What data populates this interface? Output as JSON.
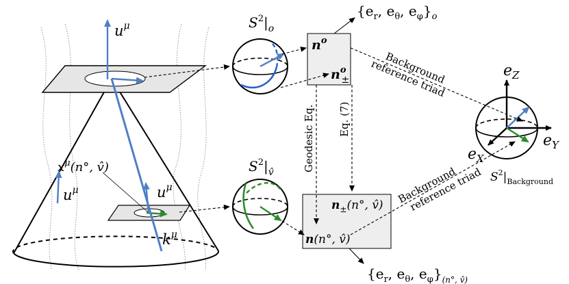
{
  "colors": {
    "blue": "#4f7fc4",
    "green": "#2e8b2e",
    "ink": "#000000",
    "box_fill": "#eeeeee",
    "plane_fill": "#e6e6e6"
  },
  "labels": {
    "u_mu_top": "u",
    "u_mu_mid": "u",
    "u_mu_left": "u",
    "mu": "μ",
    "k_mu": "k",
    "x_mu_expr": "x",
    "x_mu_args": "(n°, v̂)",
    "sphere_obs_S": "S",
    "sphere_obs_sub": "o",
    "sphere_src_S": "S",
    "sphere_src_sub": "v̂",
    "sphere_bg_S": "S",
    "sphere_bg_sub": "Background",
    "box_obs_n": "n",
    "box_obs_sup": "o",
    "box_obs_npm": "n",
    "box_obs_npm_sup": "o",
    "box_obs_npm_sub": "±",
    "box_src_npm": "n",
    "box_src_npm_sub": "±",
    "box_src_npm_args": "(n°, v̂)",
    "box_src_n": "n",
    "box_src_n_args": "(n°, v̂)",
    "triad_obs_open": "{e",
    "triad_obs_r": "r",
    "triad_obs_c1": ", e",
    "triad_obs_th": "θ",
    "triad_obs_c2": ", e",
    "triad_obs_ph": "φ",
    "triad_obs_close": "}",
    "triad_obs_sub": "o",
    "triad_src_open": "{e",
    "triad_src_r": "r",
    "triad_src_c1": ", e",
    "triad_src_th": "θ",
    "triad_src_c2": ", e",
    "triad_src_ph": "φ",
    "triad_src_close": "}",
    "triad_src_sub": "(n°, v̂)",
    "bg_triad_top_1": "Background",
    "bg_triad_top_2": "reference triad",
    "bg_triad_bot_1": "Background",
    "bg_triad_bot_2": "reference triad",
    "geodesic_eq": "Geodesic Eq.",
    "eq7": "Eq. (7)",
    "axis_e": "e",
    "axis_Z": "Z",
    "axis_Y": "Y",
    "axis_X": "X",
    "sq": "2"
  }
}
